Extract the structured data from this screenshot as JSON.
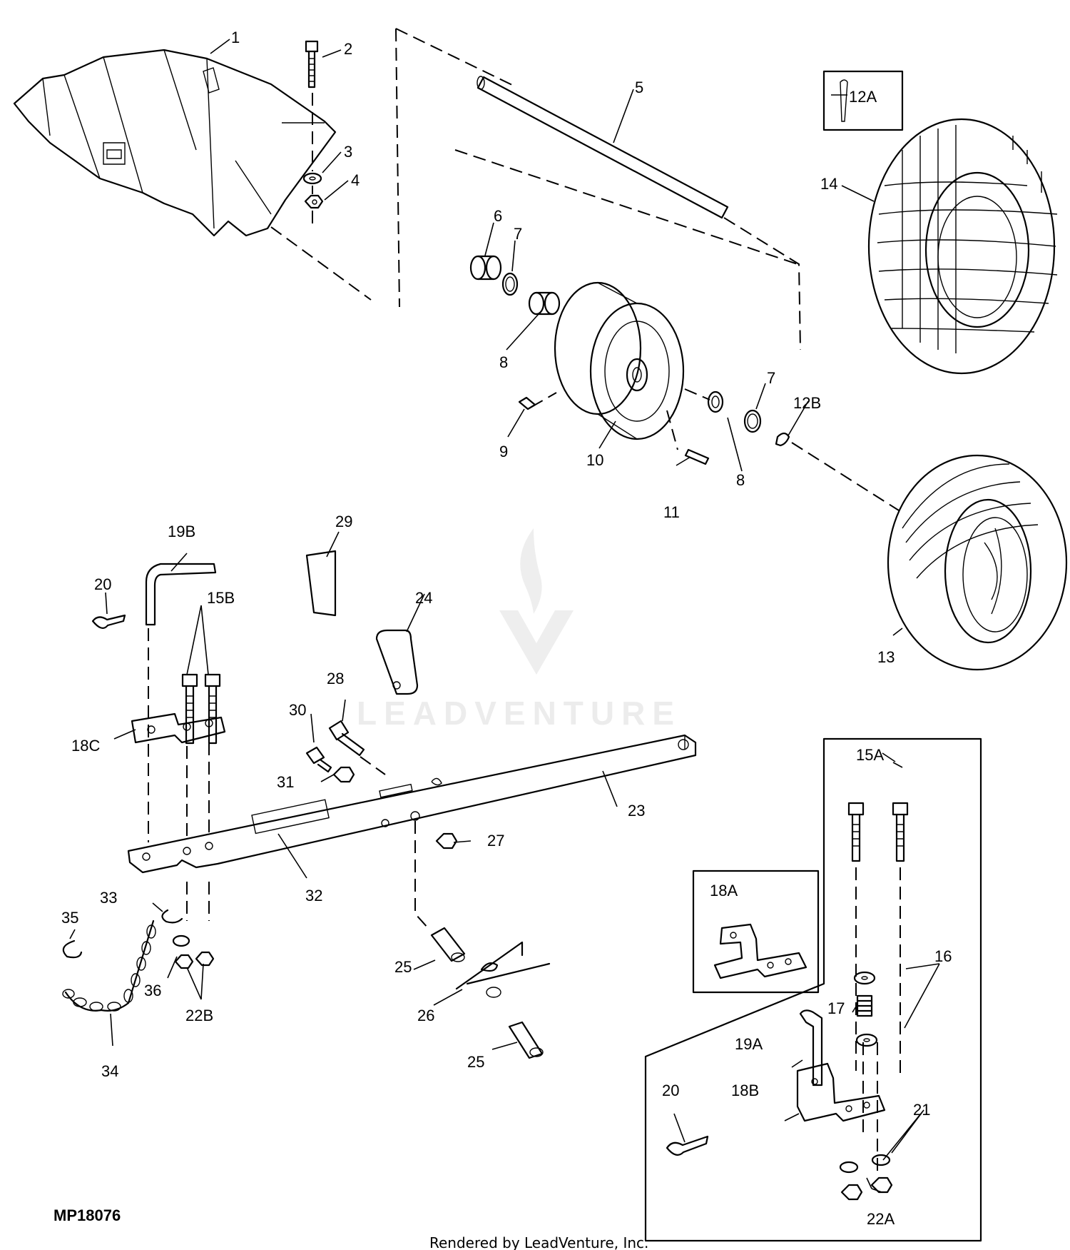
{
  "diagram_code": "MP18076",
  "footer": "Rendered by LeadVenture, Inc.",
  "watermark": "LEADVENTURE",
  "callouts": {
    "c1": "1",
    "c2": "2",
    "c3": "3",
    "c4": "4",
    "c5": "5",
    "c6": "6",
    "c7a": "7",
    "c7b": "7",
    "c8a": "8",
    "c8b": "8",
    "c9": "9",
    "c10": "10",
    "c11": "11",
    "c12a": "12A",
    "c12b": "12B",
    "c13": "13",
    "c14": "14",
    "c15a": "15A",
    "c15b": "15B",
    "c16": "16",
    "c17": "17",
    "c18a": "18A",
    "c18b": "18B",
    "c18c": "18C",
    "c19a": "19A",
    "c19b": "19B",
    "c20a": "20",
    "c20b": "20",
    "c21": "21",
    "c22a": "22A",
    "c22b": "22B",
    "c23": "23",
    "c24": "24",
    "c25a": "25",
    "c25b": "25",
    "c26": "26",
    "c27": "27",
    "c28": "28",
    "c29": "29",
    "c30": "30",
    "c31": "31",
    "c32": "32",
    "c33": "33",
    "c34": "34",
    "c35": "35",
    "c36": "36"
  }
}
